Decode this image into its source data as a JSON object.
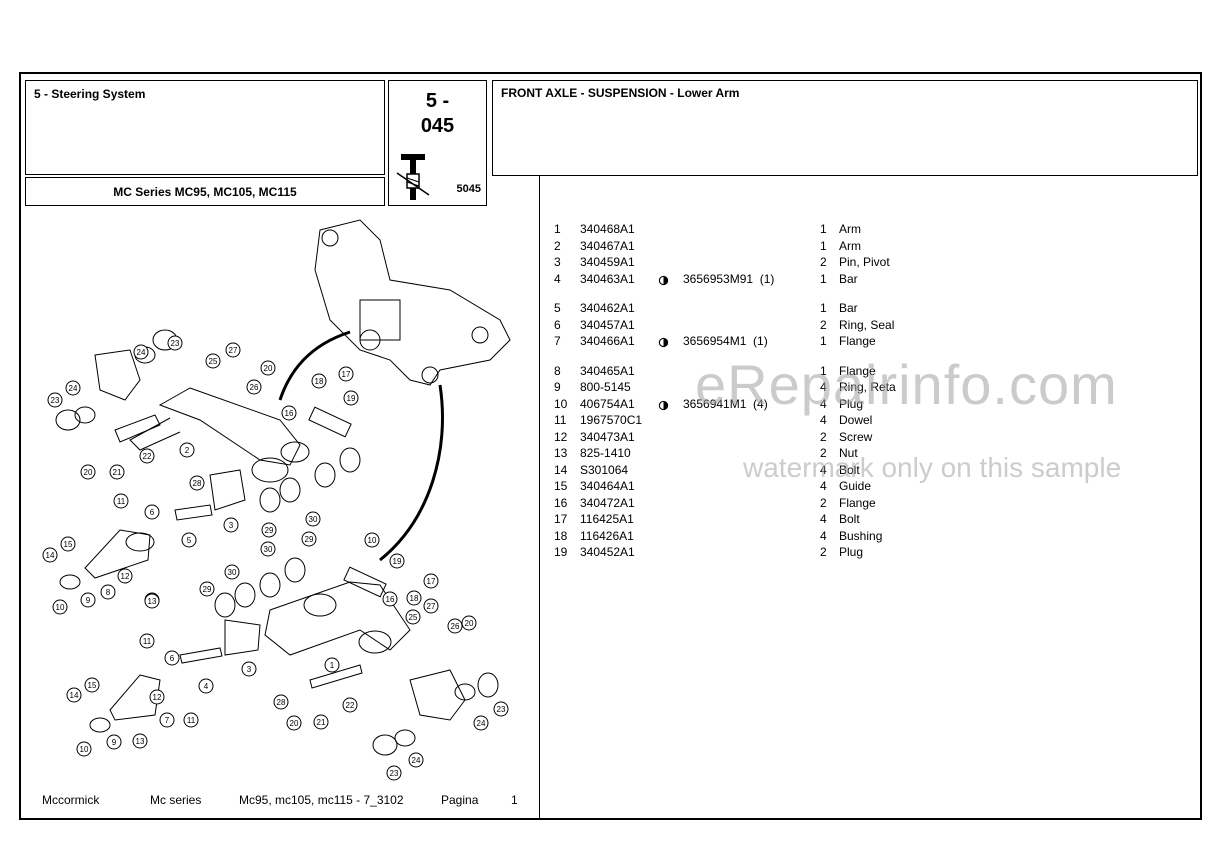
{
  "header": {
    "section_title": "5 - Steering System",
    "series": "MC Series MC95, MC105, MC115",
    "code_main": "5 -\n045",
    "code_sub": "5045",
    "heading": "FRONT AXLE - SUSPENSION - Lower Arm"
  },
  "parts": [
    {
      "idx": "1",
      "pn": "340468A1",
      "alt": "",
      "qty": "1",
      "desc": "Arm"
    },
    {
      "idx": "2",
      "pn": "340467A1",
      "alt": "",
      "qty": "1",
      "desc": "Arm"
    },
    {
      "idx": "3",
      "pn": "340459A1",
      "alt": "",
      "qty": "2",
      "desc": "Pin, Pivot"
    },
    {
      "idx": "4",
      "pn": "340463A1",
      "alt": "3656953M91  (1)",
      "qty": "1",
      "desc": "Bar"
    },
    {
      "idx": "5",
      "pn": "340462A1",
      "alt": "",
      "qty": "1",
      "desc": "Bar"
    },
    {
      "idx": "6",
      "pn": "340457A1",
      "alt": "",
      "qty": "2",
      "desc": "Ring, Seal"
    },
    {
      "idx": "7",
      "pn": "340466A1",
      "alt": "3656954M1  (1)",
      "qty": "1",
      "desc": "Flange"
    },
    {
      "idx": "8",
      "pn": "340465A1",
      "alt": "",
      "qty": "1",
      "desc": "Flange"
    },
    {
      "idx": "9",
      "pn": "800-5145",
      "alt": "",
      "qty": "4",
      "desc": "Ring, Reta"
    },
    {
      "idx": "10",
      "pn": "406754A1",
      "alt": "3656941M1  (4)",
      "qty": "4",
      "desc": "Plug"
    },
    {
      "idx": "11",
      "pn": "1967570C1",
      "alt": "",
      "qty": "4",
      "desc": "Dowel"
    },
    {
      "idx": "12",
      "pn": "340473A1",
      "alt": "",
      "qty": "2",
      "desc": "Screw"
    },
    {
      "idx": "13",
      "pn": "825-1410",
      "alt": "",
      "qty": "2",
      "desc": "Nut"
    },
    {
      "idx": "14",
      "pn": "S301064",
      "alt": "",
      "qty": "4",
      "desc": "Bolt"
    },
    {
      "idx": "15",
      "pn": "340464A1",
      "alt": "",
      "qty": "4",
      "desc": "Guide"
    },
    {
      "idx": "16",
      "pn": "340472A1",
      "alt": "",
      "qty": "2",
      "desc": "Flange"
    },
    {
      "idx": "17",
      "pn": "116425A1",
      "alt": "",
      "qty": "4",
      "desc": "Bolt"
    },
    {
      "idx": "18",
      "pn": "116426A1",
      "alt": "",
      "qty": "4",
      "desc": "Bushing"
    },
    {
      "idx": "19",
      "pn": "340452A1",
      "alt": "",
      "qty": "2",
      "desc": "Plug"
    }
  ],
  "footer": {
    "brand": "Mccormick",
    "series": "Mc series",
    "models": "Mc95, mc105, mc115 - 7_3102",
    "page_label": "Pagina",
    "page_num": "1"
  },
  "watermark": {
    "main": "eRepairinfo.com",
    "sub": "watermark only on this sample"
  },
  "callouts": [
    "1",
    "2",
    "3",
    "4",
    "5",
    "6",
    "7",
    "8",
    "9",
    "10",
    "11",
    "12",
    "13",
    "14",
    "15",
    "16",
    "17",
    "18",
    "19",
    "20",
    "21",
    "22",
    "23",
    "24",
    "25",
    "26",
    "27",
    "28",
    "29",
    "30"
  ]
}
